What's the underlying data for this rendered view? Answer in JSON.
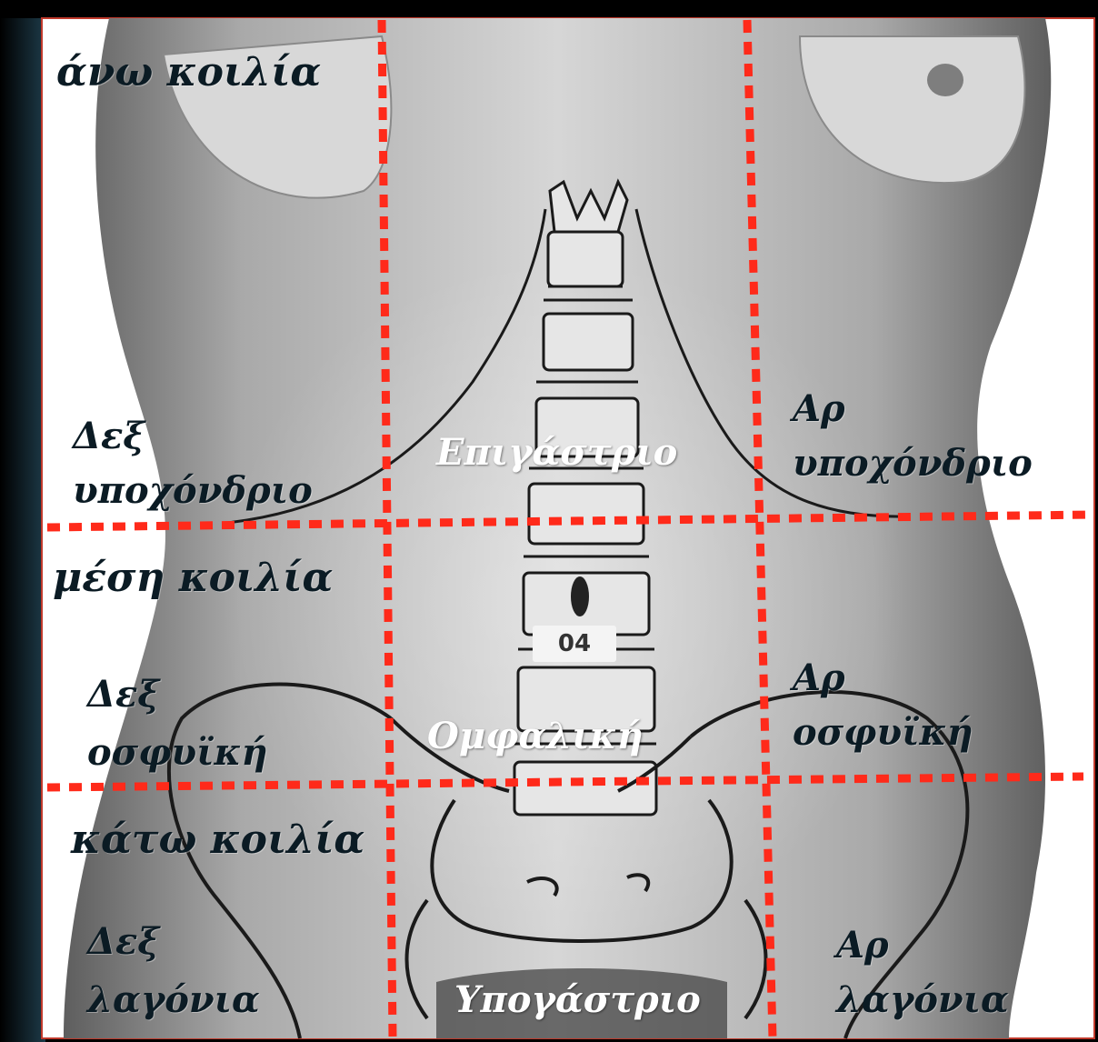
{
  "sections": {
    "upper": "άνω κοιλία",
    "middle": "μέση κοιλία",
    "lower": "κάτω κοιλία"
  },
  "regions": {
    "right_hypochondrium": [
      "Δεξ",
      "υποχόνδριο"
    ],
    "epigastric": "Επιγάστριο",
    "left_hypochondrium": [
      "Αρ",
      "υποχόνδριο"
    ],
    "right_lumbar": [
      "Δεξ",
      "οσφυϊκή"
    ],
    "umbilical": "Ομφαλική",
    "left_lumbar": [
      "Αρ",
      "οσφυϊκή"
    ],
    "right_iliac": [
      "Δεξ",
      "λαγόνια"
    ],
    "hypogastric": "Υπογάστριο",
    "left_iliac": [
      "Αρ",
      "λαγόνια"
    ]
  },
  "vertebra_tag": "04",
  "colors": {
    "grid_line": "#ff2a1a",
    "outline": "#1a1a1a",
    "skin_light": "#dcdcdc",
    "skin_dark": "#7a7a7a",
    "frame_red": "#c0392b"
  }
}
